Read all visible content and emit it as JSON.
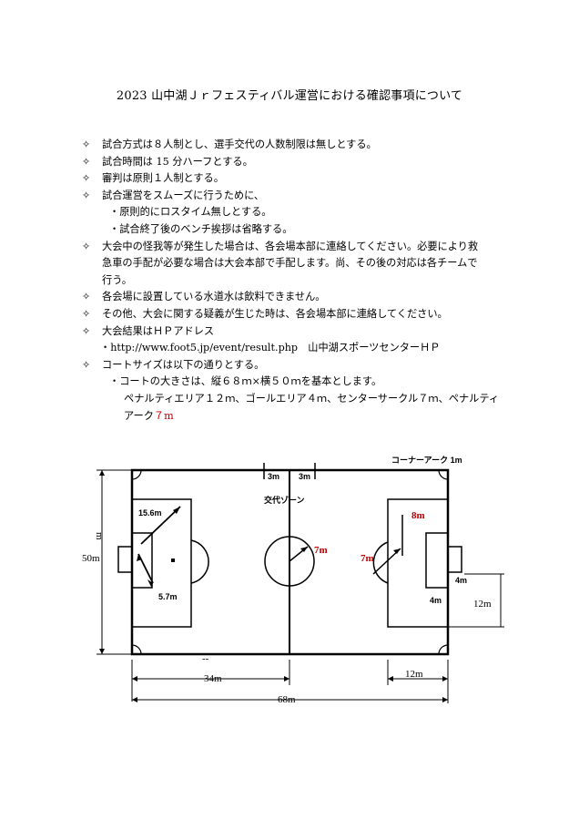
{
  "title": "2023 山中湖Ｊｒフェスティバル運営における確認事項について",
  "bullets": [
    {
      "mark": "✧",
      "text": "試合方式は８人制とし、選手交代の人数制限は無しとする。"
    },
    {
      "mark": "✧",
      "text": "試合時間は 15 分ハーフとする。"
    },
    {
      "mark": "✧",
      "text": "審判は原則１人制とする。"
    },
    {
      "mark": "✧",
      "text": "試合運営をスムーズに行うために、"
    }
  ],
  "sub1": "・原則的にロスタイム無しとする。",
  "sub2": "・試合終了後のベンチ挨拶は省略する。",
  "bullet5_l1": "大会中の怪我等が発生した場合は、各会場本部に連絡してください。必要により救",
  "bullet5_l2": "急車の手配が必要な場合は大会本部で手配します。尚、その後の対応は各チームで",
  "bullet5_l3": "行う。",
  "bullet6": "各会場に設置している水道水は飲料できません。",
  "bullet7": "その他、大会に関する疑義が生じた時は、各会場本部に連絡してください。",
  "bullet8": "大会結果はＨＰアドレス",
  "url_line": "・http://www.foot5.jp/event/result.php　山中湖スポーツセンターＨＰ",
  "bullet9": "コートサイズは以下の通りとする。",
  "court_line": "・コートの大きさは、縦６８ｍ×横５０ｍを基本とします。",
  "court_l2": "ペナルティエリア１２ｍ、ゴールエリア４ｍ、センターサークル７ｍ、ペナルティ",
  "court_l3a": "アーク",
  "court_l3b": "７m",
  "mark": "✧",
  "diagram": {
    "corner_arc": "コーナーアーク 1m",
    "sub_left": "3m",
    "sub_right": "3m",
    "sub_zone": "交代ゾーン",
    "pa_diag": "15.6m",
    "pa_low": "5.7m",
    "width_label": "50m",
    "width_label_frag": "m",
    "center_r": "7m",
    "pa_depth": "8m",
    "arc_r": "7m",
    "goal_area": "4m",
    "goal_area2": "4m",
    "pen_len": "12m",
    "half_len": "34m",
    "pen_len2": "12m",
    "total_len": "68m",
    "tiny": "--"
  }
}
